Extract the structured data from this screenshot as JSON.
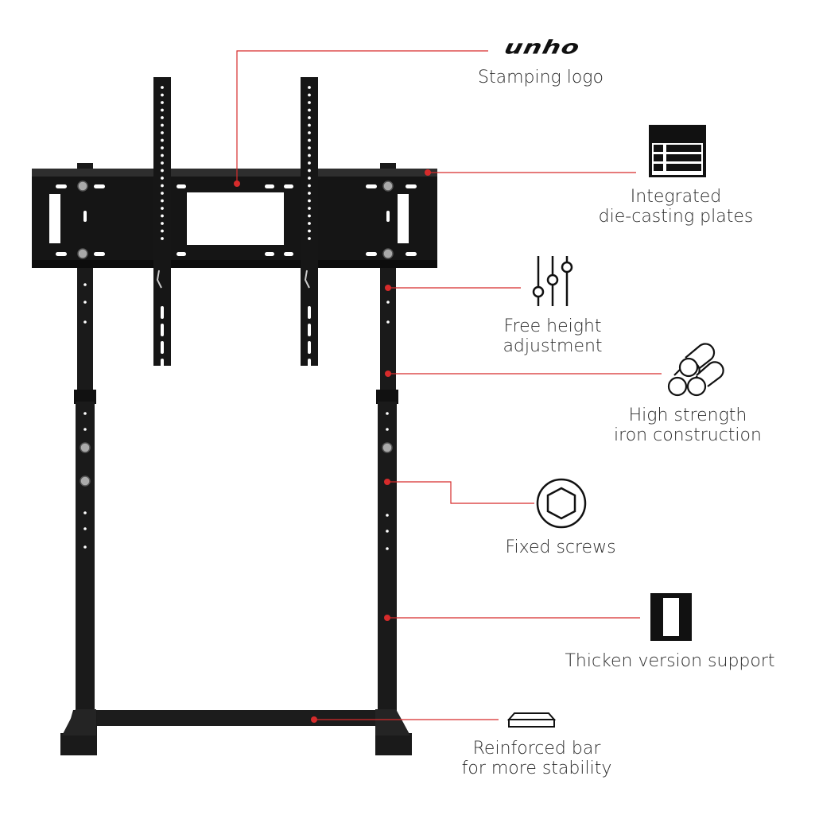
{
  "logo": {
    "text": "unho"
  },
  "callouts": [
    {
      "id": "stamping-logo",
      "lines": [
        "Stamping logo"
      ]
    },
    {
      "id": "die-casting",
      "lines": [
        "Integrated",
        "die-casting plates"
      ]
    },
    {
      "id": "height",
      "lines": [
        "Free height",
        "adjustment"
      ]
    },
    {
      "id": "iron",
      "lines": [
        "High strength",
        "iron construction"
      ]
    },
    {
      "id": "screws",
      "lines": [
        "Fixed screws"
      ]
    },
    {
      "id": "thicken",
      "lines": [
        "Thicken version support"
      ]
    },
    {
      "id": "reinforced",
      "lines": [
        "Reinforced bar",
        "for more stability"
      ]
    }
  ],
  "colors": {
    "accent": "#d62b2b",
    "steel": "#1a1a1a",
    "steel_edge": "#333333",
    "text": "#2b2b2b"
  },
  "icons": [
    "plates-icon",
    "sliders-icon",
    "pipes-icon",
    "hex-screw-icon",
    "thick-bar-icon",
    "flat-bar-icon"
  ]
}
